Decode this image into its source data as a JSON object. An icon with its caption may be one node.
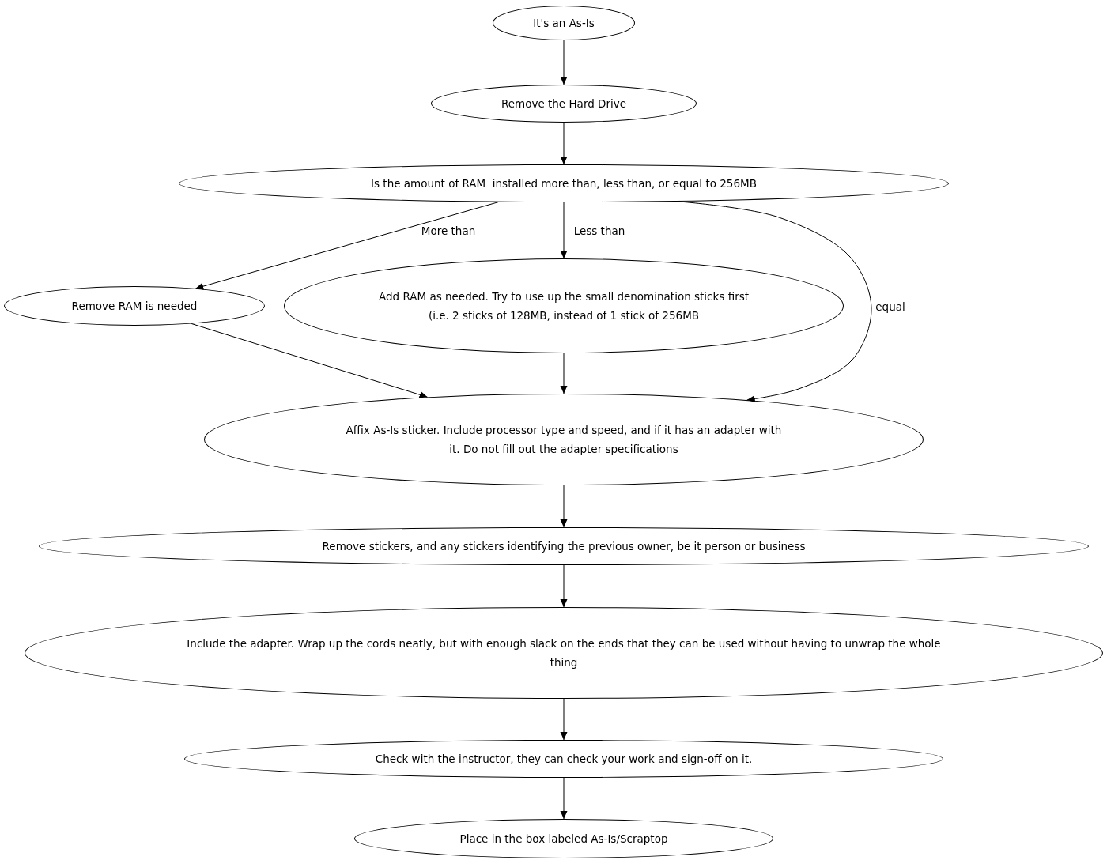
{
  "diagram": {
    "nodes": [
      {
        "text": [
          "It's an As-Is"
        ]
      },
      {
        "text": [
          "Remove the Hard Drive"
        ]
      },
      {
        "text": [
          "Is the amount of RAM  installed more than, less than, or equal to 256MB"
        ]
      },
      {
        "text": [
          "Remove RAM is needed"
        ]
      },
      {
        "text": [
          "Add RAM as needed. Try to use up the small denomination sticks first (i.e. 2 sticks of 128MB, instead of 1 stick of 256MB"
        ]
      },
      {
        "text": [
          "Affix As-Is sticker. Include processor type and speed, and if it has an adapter with it. Do not fill out the adapter specifications"
        ]
      },
      {
        "text": [
          "Remove stickers, and any stickers identifying the previous owner, be it person or business"
        ]
      },
      {
        "text": [
          "Include the adapter. Wrap up the cords neatly, but with enough slack on the ends that they can be used without having to unwrap the whole thing"
        ]
      },
      {
        "text": [
          "Check with the instructor, they can check your work and sign-off on it."
        ]
      },
      {
        "text": [
          "Place in the box labeled As-Is/Scraptop"
        ]
      }
    ],
    "edges": [
      {
        "from": 0,
        "to": 1,
        "arrow": "to"
      },
      {
        "from": 1,
        "to": 2,
        "arrow": "to"
      },
      {
        "from": 2,
        "to": 3,
        "arrow": "to",
        "label": "More than"
      },
      {
        "from": 2,
        "to": 4,
        "arrow": "to",
        "label": "Less than"
      },
      {
        "from": 2,
        "to": 5,
        "arrow": "to",
        "label": "equal"
      },
      {
        "from": 3,
        "to": 5,
        "arrow": "to"
      },
      {
        "from": 4,
        "to": 5,
        "arrow": "to"
      },
      {
        "from": 5,
        "to": 6,
        "arrow": "to"
      },
      {
        "from": 6,
        "to": 7,
        "arrow": "to"
      },
      {
        "from": 7,
        "to": 8,
        "arrow": "to"
      },
      {
        "from": 8,
        "to": 9,
        "arrow": "to"
      }
    ]
  }
}
